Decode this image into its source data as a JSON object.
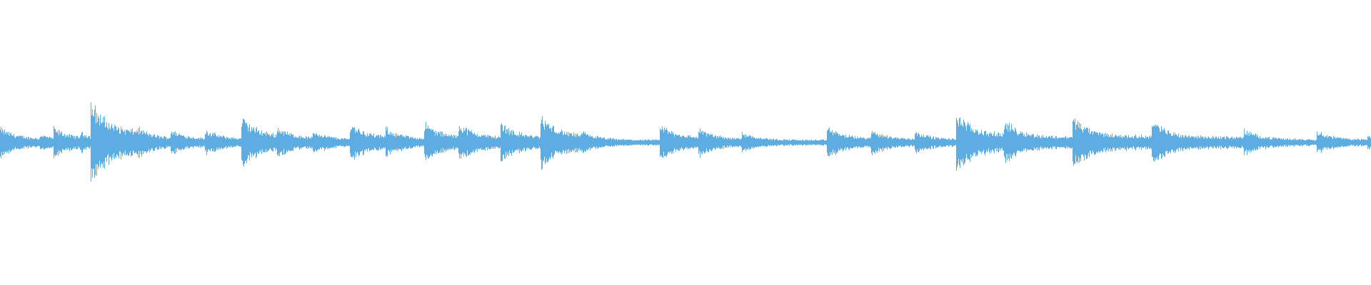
{
  "waveform": {
    "color": "#5dade2",
    "background": "#ffffff",
    "onsets": [
      {
        "t": 0.0,
        "a": 0.22
      },
      {
        "t": 0.029,
        "a": 0.13
      },
      {
        "t": 0.039,
        "a": 0.22
      },
      {
        "t": 0.058,
        "a": 0.16
      },
      {
        "t": 0.066,
        "a": 0.62
      },
      {
        "t": 0.099,
        "a": 0.24
      },
      {
        "t": 0.124,
        "a": 0.2
      },
      {
        "t": 0.149,
        "a": 0.2
      },
      {
        "t": 0.176,
        "a": 0.38
      },
      {
        "t": 0.202,
        "a": 0.24
      },
      {
        "t": 0.228,
        "a": 0.18
      },
      {
        "t": 0.255,
        "a": 0.3
      },
      {
        "t": 0.281,
        "a": 0.22
      },
      {
        "t": 0.309,
        "a": 0.3
      },
      {
        "t": 0.334,
        "a": 0.3
      },
      {
        "t": 0.365,
        "a": 0.3
      },
      {
        "t": 0.394,
        "a": 0.4
      },
      {
        "t": 0.425,
        "a": 0.16
      },
      {
        "t": 0.481,
        "a": 0.28
      },
      {
        "t": 0.509,
        "a": 0.22
      },
      {
        "t": 0.541,
        "a": 0.16
      },
      {
        "t": 0.603,
        "a": 0.24
      },
      {
        "t": 0.635,
        "a": 0.2
      },
      {
        "t": 0.667,
        "a": 0.18
      },
      {
        "t": 0.697,
        "a": 0.46
      },
      {
        "t": 0.732,
        "a": 0.34
      },
      {
        "t": 0.782,
        "a": 0.4
      },
      {
        "t": 0.84,
        "a": 0.34
      },
      {
        "t": 0.907,
        "a": 0.2
      },
      {
        "t": 0.96,
        "a": 0.18
      },
      {
        "t": 0.997,
        "a": 0.12
      }
    ]
  }
}
